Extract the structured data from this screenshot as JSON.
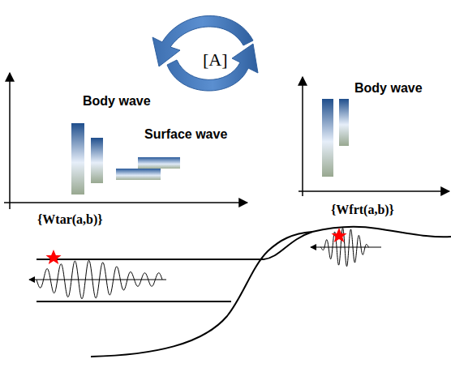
{
  "diagram": {
    "labels": [
      "[A]",
      "Body wave",
      "Surface wave",
      "Body wave",
      "{Wtar(a,b)}",
      "{Wfrt(a,b)}"
    ]
  }
}
